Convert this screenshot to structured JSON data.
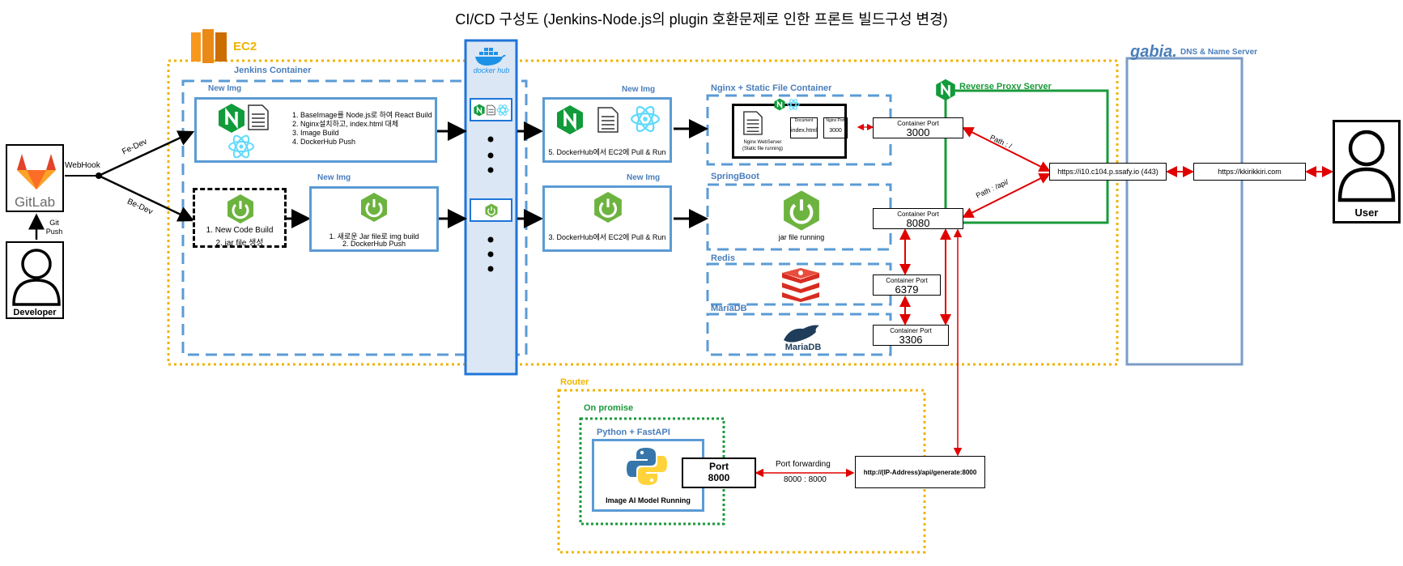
{
  "title": "CI/CD 구성도 (Jenkins-Node.js의 plugin 호환문제로 인한 프론트 빌드구성 변경)",
  "ec2": {
    "label": "EC2",
    "jenkins_label": "Jenkins Container",
    "fe_new_img": "New Img",
    "fe_steps": [
      "1. BaseImage를 Node.js로 하여 React Build",
      "2. Nginx설치하고, index.html 대체",
      "3. Image Build",
      "4. DockerHub Push"
    ],
    "be_build_lines": [
      "1. New Code Build",
      "2. jar file 생성"
    ],
    "be_new_img": "New Img",
    "be_push_lines": [
      "1. 새로운 Jar file로 img build",
      "2. DockerHub Push"
    ],
    "dockerhub_label": "docker hub",
    "fe_run_new_img": "New Img",
    "fe_run_text": "5. DockerHub에서 EC2에 Pull & Run",
    "be_run_new_img": "New Img",
    "be_run_text": "3. DockerHub에서 EC2에 Pull & Run",
    "nginx_container_label": "Nginx + Static File Container",
    "nginx_webserver_lines": [
      "Nginx WebServer",
      "(Static file running)"
    ],
    "doc_label": "Document",
    "doc_file": "index.html",
    "nginx_port_label": "Nginx Port",
    "nginx_port": "3000",
    "springboot_label": "SpringBoot",
    "jar_running": "jar file running",
    "redis_label": "Redis",
    "mariadb_label": "MariaDB",
    "mariadb_logo_text": "MariaDB",
    "ports": [
      {
        "label": "Container Port",
        "value": "3000"
      },
      {
        "label": "Container Port",
        "value": "8080"
      },
      {
        "label": "Container Port",
        "value": "6379"
      },
      {
        "label": "Container Port",
        "value": "3306"
      }
    ],
    "reverse_proxy_label": "Reverse Proxy Server"
  },
  "gitlab": {
    "label": "GitLab",
    "webhook": "WebHook",
    "fe_dev": "Fe-Dev",
    "be_dev": "Be-Dev",
    "git_push": "Git\nPush"
  },
  "developer": {
    "label": "Developer"
  },
  "gabia": {
    "logo": "gabia.",
    "label": "DNS & Name Server"
  },
  "urls": {
    "ssafy": "https://i10.c104.p.ssafy.io (443)",
    "kkiri": "https://kkirikkiri.com",
    "path_root": "Path : /",
    "path_api": "Path : /api/",
    "fastapi_url": "http://(IP-Address)/api/generate:8000"
  },
  "user": {
    "label": "User"
  },
  "router": {
    "label": "Router",
    "onpremise": "On promise",
    "python_label": "Python + FastAPI",
    "ai_running": "Image AI Model Running",
    "port_title": "Port",
    "port_value": "8000",
    "forwarding": "Port forwarding",
    "forward_map": "8000 : 8000"
  },
  "colors": {
    "blue": "#5b9bd5",
    "gold": "#f0b400",
    "green": "#1a9a3a",
    "red": "#e00000",
    "nginx": "#119b3a",
    "spring": "#6db33f"
  }
}
